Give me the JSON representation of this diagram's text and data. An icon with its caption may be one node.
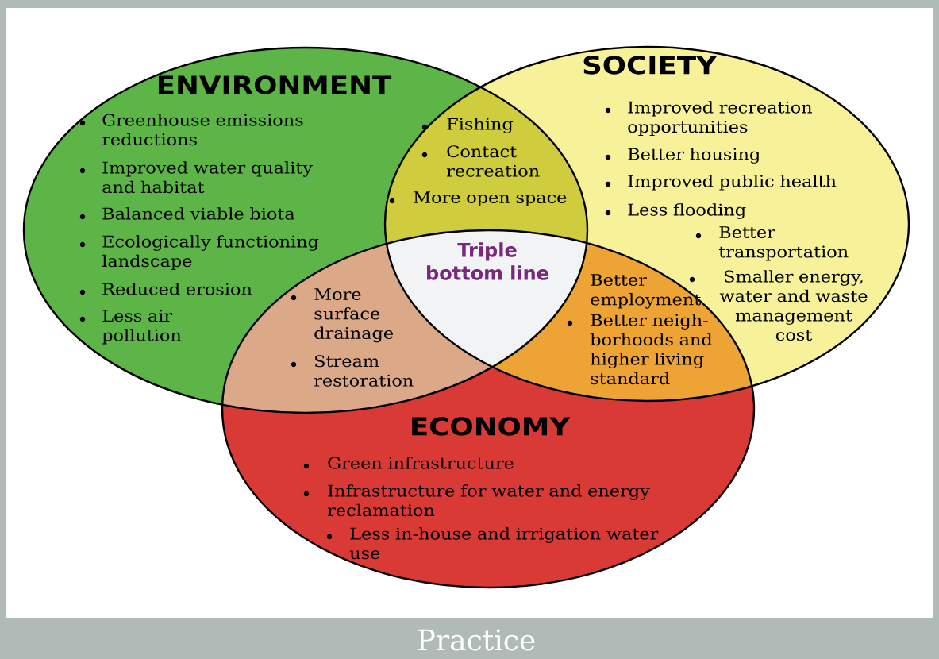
{
  "diagram": {
    "nodes": [
      {
        "text": [
          "ENVIRONMENT",
          "Greenhouse emissions reductions",
          "Improved water quality and habitat",
          "Balanced viable biota",
          "Ecologically functioning landscape",
          "Reduced erosion",
          "Less air pollution"
        ]
      },
      {
        "text": [
          "SOCIETY",
          "Improved recreation opportunities",
          "Better housing",
          "Improved public health",
          "Less flooding",
          "Better transportation",
          "Smaller energy, water and waste management cost"
        ]
      },
      {
        "text": [
          "ECONOMY",
          "Green infrastructure",
          "Infrastructure for water and energy reclamation",
          "Less in-house and irrigation water use"
        ]
      },
      {
        "text": [
          "Fishing",
          "Contact recreation",
          "More open space"
        ]
      },
      {
        "text": [
          "Triple bottom line"
        ]
      },
      {
        "text": [
          "More surface drainage",
          "Stream restoration"
        ]
      },
      {
        "text": [
          "Better employment",
          "Better neigh-borhoods and higher living standard"
        ]
      }
    ],
    "labels": [
      "Practice"
    ]
  }
}
